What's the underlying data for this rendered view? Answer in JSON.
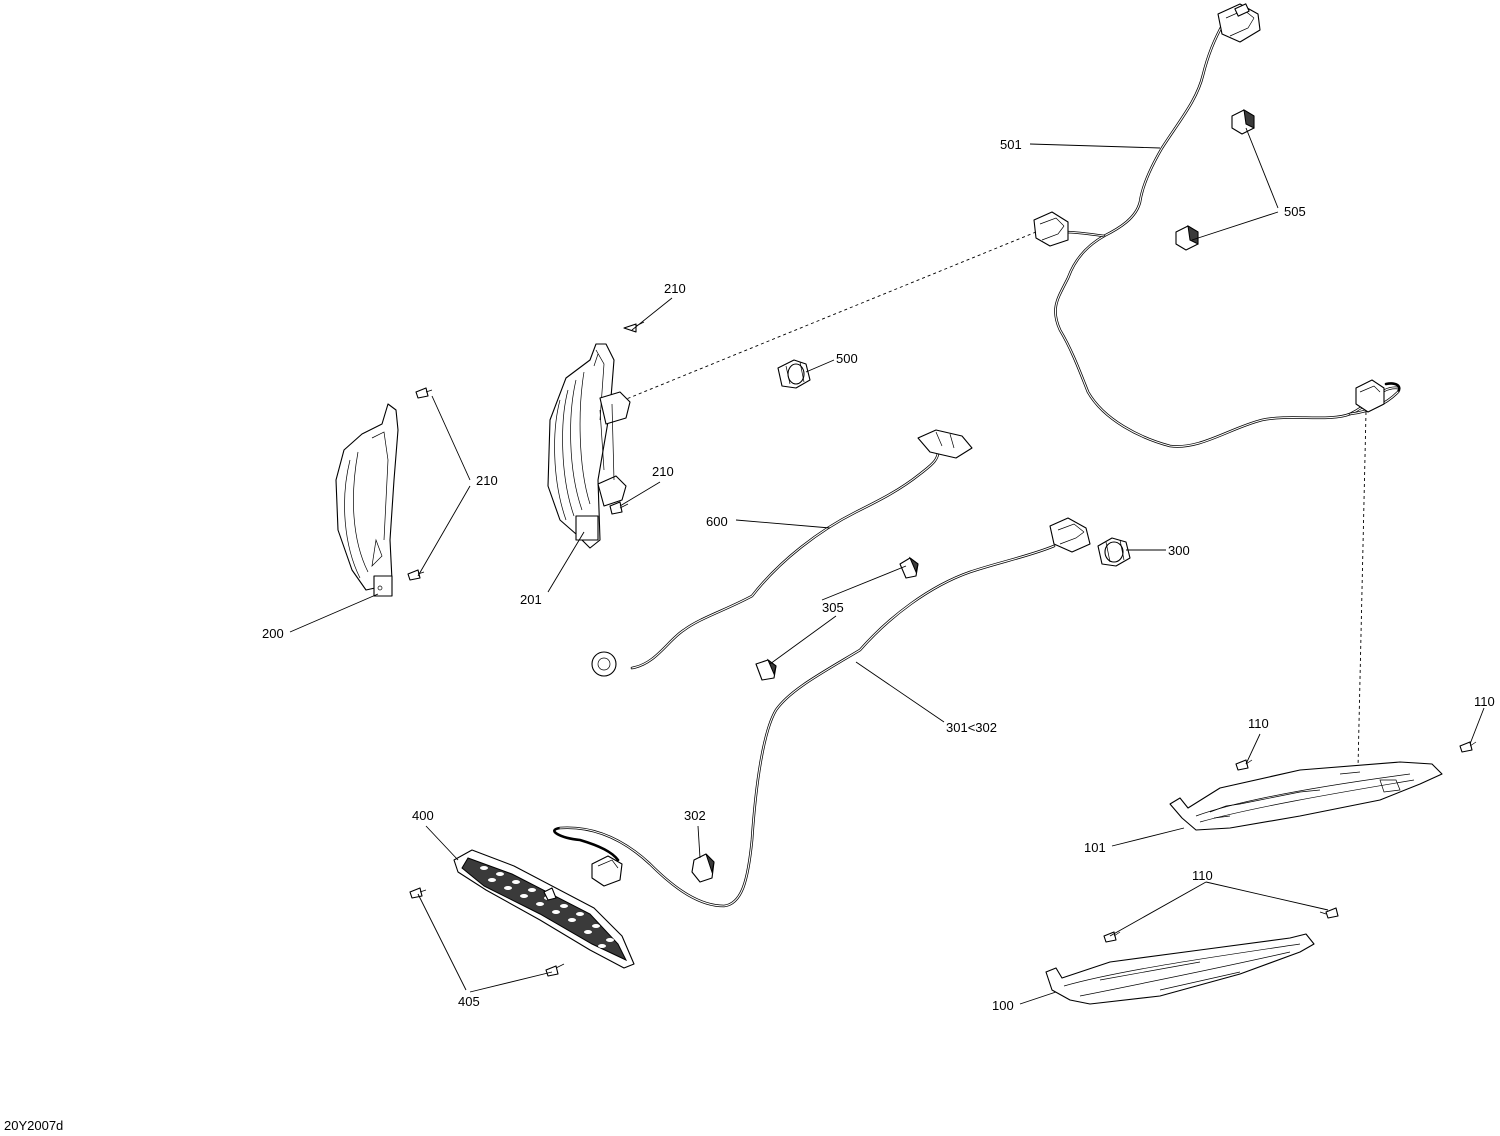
{
  "diagram_id": "20Y2007d",
  "callouts": {
    "c_501": "501",
    "c_505": "505",
    "c_210_top": "210",
    "c_500": "500",
    "c_210_right": "210",
    "c_210_mid": "210",
    "c_600": "600",
    "c_300": "300",
    "c_201": "201",
    "c_200": "200",
    "c_305": "305",
    "c_301_302": "301<302",
    "c_110_a": "110",
    "c_110_b": "110",
    "c_101": "101",
    "c_400": "400",
    "c_302": "302",
    "c_110_c": "110",
    "c_405": "405",
    "c_100": "100"
  }
}
